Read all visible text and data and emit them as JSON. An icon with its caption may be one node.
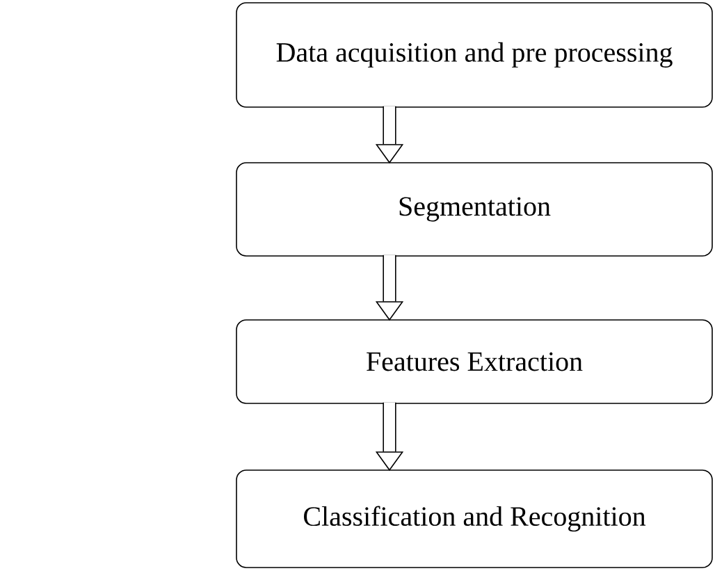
{
  "diagram": {
    "nodes": [
      {
        "text": [
          "Data acquisition and pre processing"
        ]
      },
      {
        "text": [
          "Segmentation"
        ]
      },
      {
        "text": [
          "Features Extraction"
        ]
      },
      {
        "text": [
          "Classification and Recognition"
        ]
      }
    ],
    "edges": [
      {
        "from": 0,
        "to": 1,
        "arrow": "to"
      },
      {
        "from": 1,
        "to": 2,
        "arrow": "to"
      },
      {
        "from": 2,
        "to": 3,
        "arrow": "to"
      }
    ]
  }
}
